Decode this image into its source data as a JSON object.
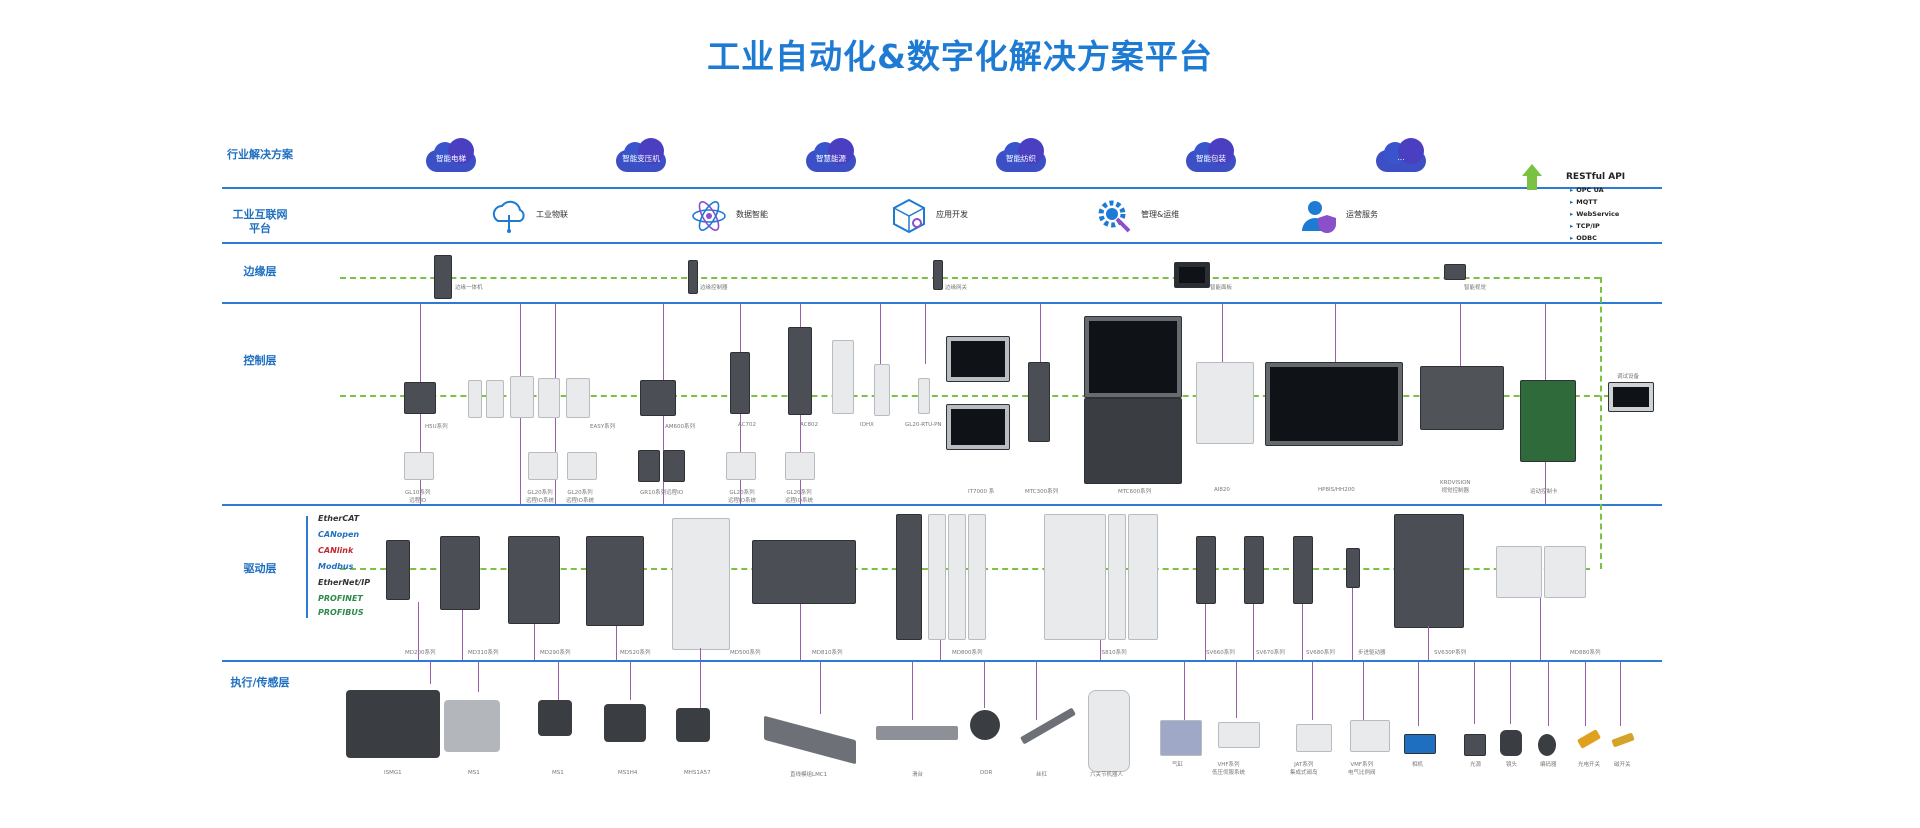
{
  "title": "工业自动化&数字化解决方案平台",
  "layers": {
    "industry": "行业解决方案",
    "platform": "工业互联网\n平台",
    "edge": "边缘层",
    "control": "控制层",
    "drive": "驱动层",
    "actuator": "执行/传感层"
  },
  "clouds": [
    "智能电梯",
    "智能变压机",
    "智慧能源",
    "智能纺织",
    "智能包装",
    "..."
  ],
  "platform_items": [
    {
      "label": "工业物联",
      "icon": "iot-cloud-icon"
    },
    {
      "label": "数据智能",
      "icon": "atom-icon"
    },
    {
      "label": "应用开发",
      "icon": "cube-gear-icon"
    },
    {
      "label": "管理&运维",
      "icon": "gear-wrench-icon"
    },
    {
      "label": "运营服务",
      "icon": "user-shield-icon"
    }
  ],
  "api": {
    "title": "RESTful API",
    "items": [
      "OPC UA",
      "MQTT",
      "WebService",
      "TCP/IP",
      "ODBC"
    ]
  },
  "edge_devices": [
    "边缘一体机",
    "边缘控制器",
    "边缘网关",
    "智能面板",
    "智能视觉"
  ],
  "control_devices": [
    "H5U系列",
    "EASY系列",
    "AM600系列",
    "AC702",
    "AC802",
    "IOHX",
    "GL20-RTU-PN",
    "IT7000 系",
    "MTC300系列",
    "MTC600系列",
    "AI820",
    "HP8IS/HH200",
    "KRDVISION\n视觉控制器",
    "运动控制卡",
    "调试设备"
  ],
  "control_sub_devices": [
    "GL10系列\n远程IO",
    "GL20系列\n远程IO系统",
    "GL20系列\n远程IO系统",
    "GR10系列远程IO",
    "GL20系列\n远程IO系统",
    "GL20系列\n远程IO系统"
  ],
  "protocols": [
    "EtherCAT",
    "CANopen",
    "CANlink",
    "Modbus",
    "EtherNet/IP",
    "PROFINET",
    "PROFIBUS"
  ],
  "drive_devices": [
    "MD200系列",
    "MD310系列",
    "MD290系列",
    "MD520系列",
    "MD500系列",
    "MD810系列",
    "MD800系列",
    "IS810系列",
    "SV660系列",
    "SV670系列",
    "SV680系列",
    "步进驱动器",
    "SV630P系列",
    "MD880系列"
  ],
  "actuators": [
    "ISMG1",
    "MS1",
    "MS1",
    "MS1H4",
    "MHS1A57",
    "直线模组LMC1",
    "滑台",
    "DDR",
    "丝杠",
    "六关节机器人",
    "气缸",
    "VHF系列\n低压伺服系统",
    "JAT系列\n集成式阀岛",
    "VMF系列\n电气比例阀",
    "相机",
    "光源",
    "镜头",
    "编码器",
    "光电开关",
    "磁开关"
  ]
}
